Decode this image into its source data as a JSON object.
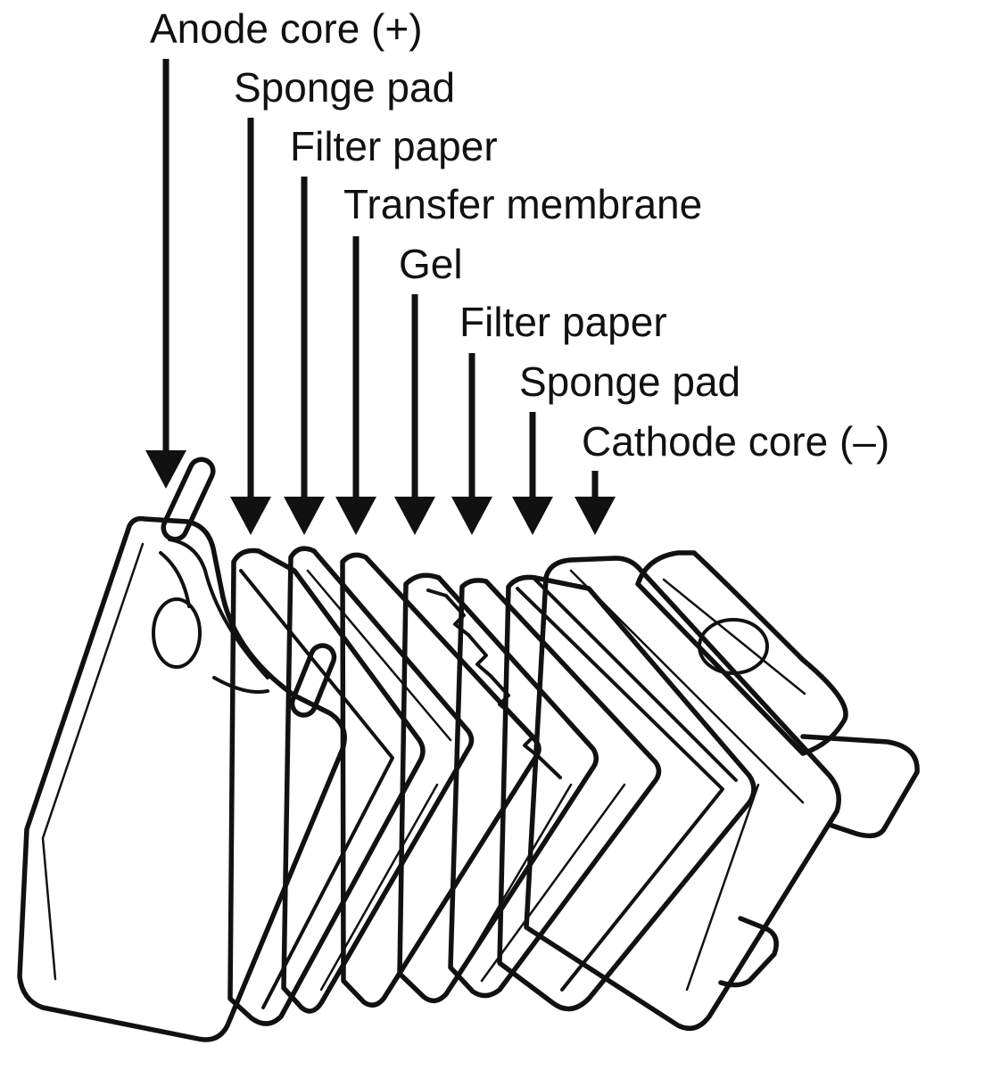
{
  "labels": [
    "Anode core (+)",
    "Sponge pad",
    "Filter paper",
    "Transfer membrane",
    "Gel",
    "Filter paper",
    "Sponge pad",
    "Cathode core (–)"
  ],
  "colors": {
    "ink": "#111111",
    "core": "#ffffff",
    "sponge": "#ffffff",
    "filter_paper": "#9a9a9c",
    "membrane": "#dcdcdc",
    "gel": "#a7cbea"
  }
}
